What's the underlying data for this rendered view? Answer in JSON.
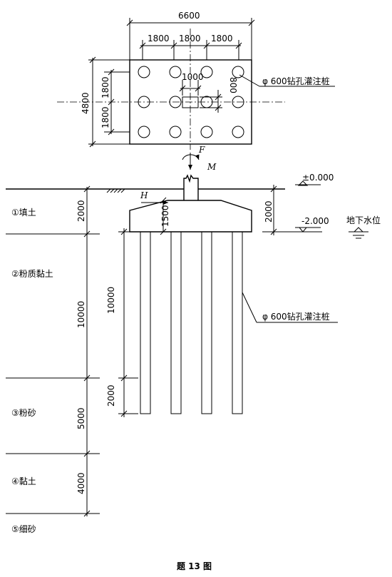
{
  "plan": {
    "overall_width": "6600",
    "spacing": [
      "1800",
      "1800",
      "1800"
    ],
    "col_size": "1000",
    "col_depth": "800",
    "row_spacing": [
      "1800",
      "1800"
    ],
    "overall_height": "4800",
    "pile_label": "φ 600钻孔灌注桩"
  },
  "loads": {
    "force": "F",
    "moment": "M",
    "horizontal": "H"
  },
  "elevations": {
    "ground": "±0.000",
    "cap_bottom": "-2.000",
    "water_table": "地下水位",
    "cap_depth_right": "2000"
  },
  "section": {
    "cap_height": "1500",
    "pile_top_segment": "10000",
    "pile_bottom_segment": "2000",
    "pile_label": "φ 600钻孔灌注桩"
  },
  "layers": [
    {
      "name": "①填土",
      "thickness": "2000"
    },
    {
      "name": "②粉质黏土",
      "thickness": "10000"
    },
    {
      "name": "③粉砂",
      "thickness": "5000"
    },
    {
      "name": "④黏土",
      "thickness": "4000"
    },
    {
      "name": "⑤细砂",
      "thickness": ""
    }
  ],
  "caption": "题 13 图"
}
